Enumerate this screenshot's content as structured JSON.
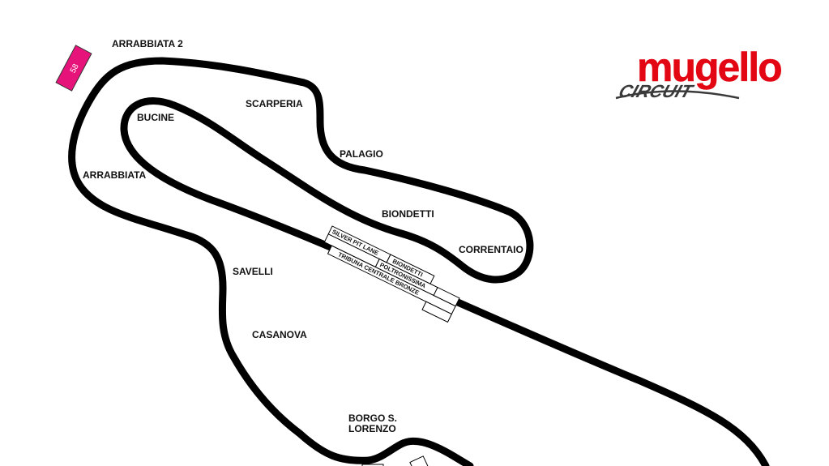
{
  "logo": {
    "primary_text": "mugello",
    "secondary_text": "CIRCUIT",
    "primary_color": "#e30613",
    "secondary_color": "#3a3a3a"
  },
  "track": {
    "color": "#000000",
    "corners": [
      {
        "id": "arrabbiata-2",
        "label": "ARRABBIATA 2"
      },
      {
        "id": "scarperia",
        "label": "SCARPERIA"
      },
      {
        "id": "bucine",
        "label": "BUCINE"
      },
      {
        "id": "palagio",
        "label": "PALAGIO"
      },
      {
        "id": "arrabbiata",
        "label": "ARRABBIATA"
      },
      {
        "id": "biondetti",
        "label": "BIONDETTI"
      },
      {
        "id": "correntaio",
        "label": "CORRENTAIO"
      },
      {
        "id": "savelli",
        "label": "SAVELLI"
      },
      {
        "id": "casanova",
        "label": "CASANOVA"
      },
      {
        "id": "borgo-s-lorenzo",
        "label": "BORGO S.",
        "label_line2": "LORENZO"
      }
    ]
  },
  "grandstands": {
    "silver_pit_lane": "SILVER PIT LANE",
    "biondetti": "BIONDETTI",
    "poltronissima": "POLTRONISSIMA",
    "tribuna_centrale_bronze": "TRIBUNA CENTRALE BRONZE"
  },
  "marker": {
    "label": "58",
    "color": "#e6137a"
  }
}
